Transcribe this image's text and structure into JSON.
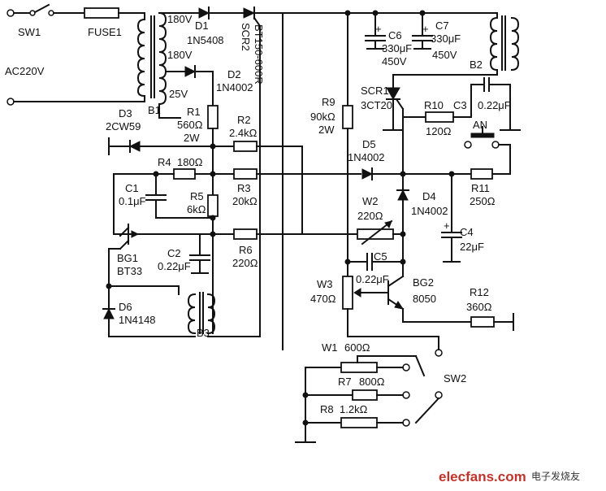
{
  "labels": {
    "sw1": "SW1",
    "fuse1": "FUSE1",
    "ac": "AC220V",
    "b1": "B1",
    "v180a": "180V",
    "v180b": "180V",
    "v25": "25V",
    "d1": "D1",
    "d1v": "1N5408",
    "d2": "D2",
    "d2v": "1N4002",
    "scr2": "SCR2",
    "scr2v": "BT150-600R",
    "r1": "R1",
    "r1v": "560Ω",
    "r1w": "2W",
    "r2": "R2",
    "r2v": "2.4kΩ",
    "d3": "D3",
    "d3v": "2CW59",
    "r4": "R4",
    "r4v": "180Ω",
    "c1": "C1",
    "c1v": "0.1μF",
    "r5": "R5",
    "r5v": "6kΩ",
    "r3": "R3",
    "r3v": "20kΩ",
    "bg1": "BG1",
    "bg1v": "BT33",
    "c2": "C2",
    "c2v": "0.22μF",
    "r6": "R6",
    "r6v": "220Ω",
    "d6": "D6",
    "d6v": "1N4148",
    "b3": "B3",
    "r9": "R9",
    "r9v": "90kΩ",
    "r9w": "2W",
    "c6": "C6",
    "c6v": "330μF",
    "c6w": "450V",
    "c7": "C7",
    "c7v": "330μF",
    "c7w": "450V",
    "b2": "B2",
    "scr1": "SCR1",
    "scr1v": "3CT20",
    "r10": "R10",
    "r10v": "120Ω",
    "c3": "C3",
    "c3v": "0.22μF",
    "an": "AN",
    "d5": "D5",
    "d5v": "1N4002",
    "r11": "R11",
    "r11v": "250Ω",
    "w2": "W2",
    "w2v": "220Ω",
    "d4": "D4",
    "d4v": "1N4002",
    "c4": "C4",
    "c4v": "22μF",
    "c5": "C5",
    "c5v": "0.22μF",
    "w3": "W3",
    "w3v": "470Ω",
    "bg2": "BG2",
    "bg2v": "8050",
    "r12": "R12",
    "r12v": "360Ω",
    "w1": "W1",
    "w1v": "600Ω",
    "r7": "R7",
    "r7v": "800Ω",
    "r8": "R8",
    "r8v": "1.2kΩ",
    "sw2": "SW2",
    "cap_plus": "+"
  },
  "watermark": {
    "site": "elecfans.com",
    "cn": "电子发烧友"
  }
}
